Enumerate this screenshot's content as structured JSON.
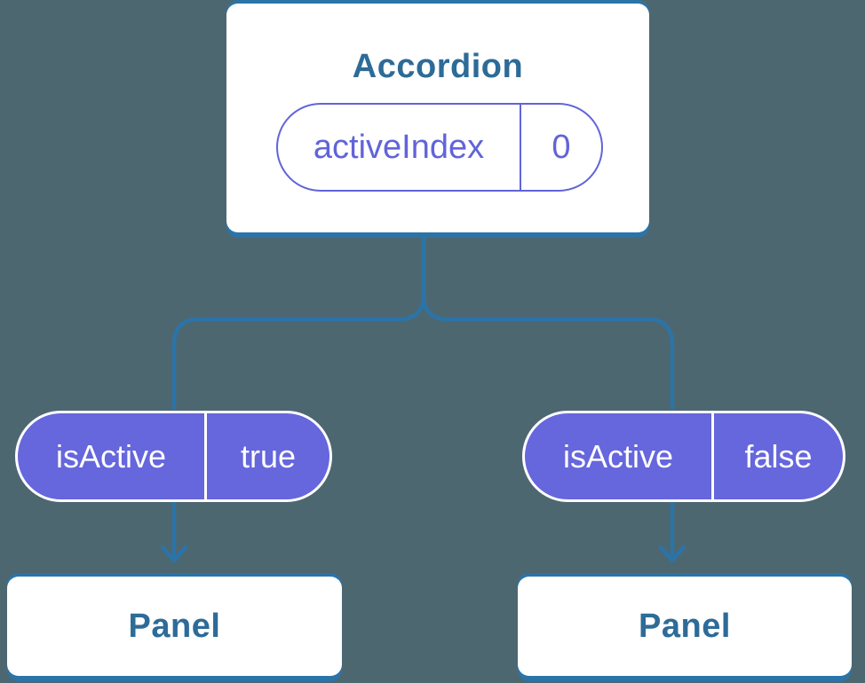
{
  "diagram_type": "react-component-tree",
  "colors": {
    "background": "#4d6771",
    "line_blue": "#2b74a8",
    "node_title_blue": "#2d6b98",
    "state_purple_stroke": "#6164d8",
    "prop_purple_fill": "#6666dd",
    "node_background": "#ffffff",
    "prop_text": "#ffffff"
  },
  "tree": {
    "root": {
      "title": "Accordion",
      "state": {
        "name": "activeIndex",
        "value": "0"
      }
    },
    "branches": [
      {
        "prop": {
          "name": "isActive",
          "value": "true"
        },
        "child": {
          "title": "Panel"
        }
      },
      {
        "prop": {
          "name": "isActive",
          "value": "false"
        },
        "child": {
          "title": "Panel"
        }
      }
    ]
  }
}
